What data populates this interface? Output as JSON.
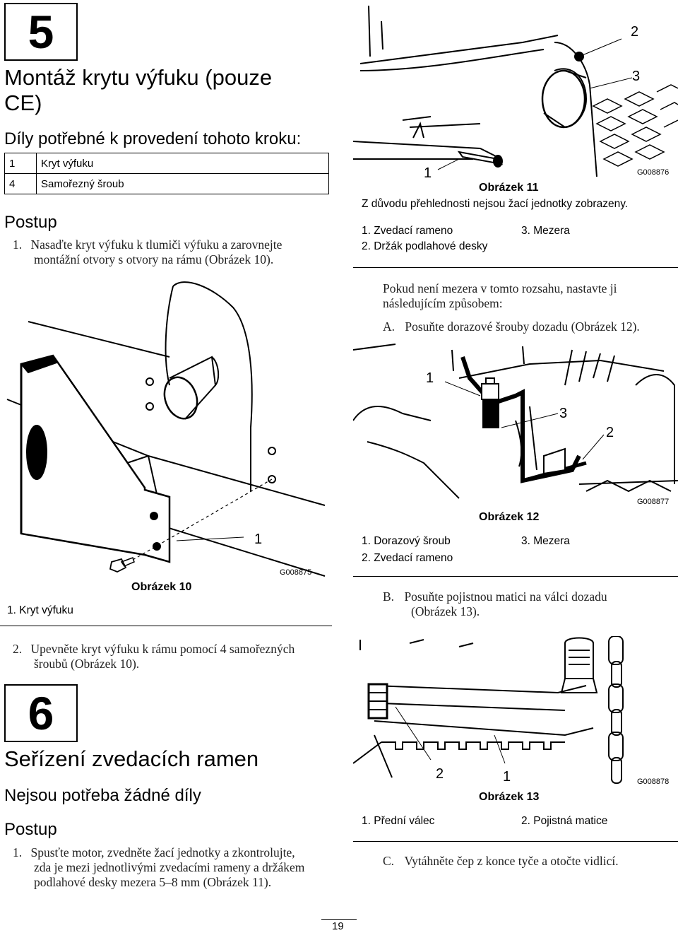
{
  "step5": {
    "number": "5",
    "title_line1": "Montáž krytu výfuku (pouze",
    "title_line2": "CE)",
    "parts_heading": "Díly potřebné k provedení tohoto kroku:",
    "parts": [
      {
        "qty": "1",
        "name": "Kryt výfuku"
      },
      {
        "qty": "4",
        "name": "Samořezný šroub"
      }
    ],
    "procedure_heading": "Postup",
    "steps": [
      {
        "num": "1.",
        "line1": "Nasaďte kryt výfuku k tlumiči výfuku a zarovnejte",
        "line2": "montážní otvory s otvory na rámu (Obrázek 10)."
      },
      {
        "num": "2.",
        "line1": "Upevněte kryt výfuku k rámu pomocí 4 samořezných",
        "line2": "šroubů (Obrázek 10)."
      }
    ]
  },
  "figure10": {
    "title": "Obrázek 10",
    "code": "G008875",
    "callout": "1",
    "legend": [
      "1.  Kryt výfuku"
    ]
  },
  "step6": {
    "number": "6",
    "title": "Seřízení zvedacích ramen",
    "parts_heading": "Nejsou potřeba žádné díly",
    "procedure_heading": "Postup",
    "step1": {
      "num": "1.",
      "line1": "Spusťte motor, zvedněte žací jednotky a zkontrolujte,",
      "line2": "zda je mezi jednotlivými zvedacími rameny a držákem",
      "line3": "podlahové desky mezera 5–8 mm (Obrázek 11)."
    }
  },
  "figure11": {
    "title": "Obrázek 11",
    "code": "G008876",
    "subtitle": "Z důvodu přehlednosti nejsou žací jednotky zobrazeny.",
    "callouts": [
      "1",
      "2",
      "3"
    ],
    "legend": {
      "l1": "1.  Zvedací rameno",
      "l2": "2.  Držák podlahové desky",
      "r1": "3.  Mezera"
    }
  },
  "note": {
    "line1": "Pokud není mezera v tomto rozsahu, nastavte ji",
    "line2": "následujícím způsobem:",
    "a_num": "A.",
    "a_text": "Posuňte dorazové šrouby dozadu (Obrázek 12)."
  },
  "figure12": {
    "title": "Obrázek 12",
    "code": "G008877",
    "callouts": [
      "1",
      "3",
      "2"
    ],
    "legend": {
      "l1": "1.  Dorazový šroub",
      "l2": "2.  Zvedací rameno",
      "r1": "3.  Mezera"
    }
  },
  "stepB": {
    "num": "B.",
    "line1": "Posuňte pojistnou matici na válci dozadu",
    "line2": "(Obrázek 13)."
  },
  "figure13": {
    "title": "Obrázek 13",
    "code": "G008878",
    "callouts": [
      "2",
      "1"
    ],
    "legend": {
      "l1": "1.  Přední válec",
      "r1": "2.  Pojistná matice"
    }
  },
  "stepC": {
    "num": "C.",
    "text": "Vytáhněte čep z konce tyče a otočte vidlicí."
  },
  "page_number": "19"
}
